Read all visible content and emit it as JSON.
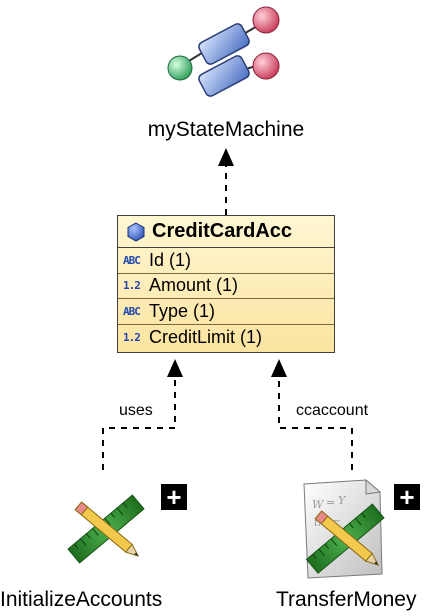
{
  "state_machine": {
    "label": "myStateMachine",
    "icon": "state-machine-icon"
  },
  "class_box": {
    "name": "CreditCardAcc",
    "attributes": [
      {
        "label": "Id (1)",
        "type_icon": "ABC"
      },
      {
        "label": "Amount (1)",
        "type_icon": "1.2"
      },
      {
        "label": "Type (1)",
        "type_icon": "ABC"
      },
      {
        "label": "CreditLimit (1)",
        "type_icon": "1.2"
      }
    ]
  },
  "edges": {
    "uses_label": "uses",
    "ccaccount_label": "ccaccount"
  },
  "actions": {
    "initialize": {
      "label": "InitializeAccounts",
      "icon": "ruler-pencil-icon",
      "badge": "+"
    },
    "transfer": {
      "label": "TransferMoney",
      "icon": "formula-ruler-icon",
      "badge": "+"
    }
  },
  "colors": {
    "class_fill_top": "#fff6d2",
    "class_fill_bottom": "#fbe4a0",
    "ruler_green": "#2e8b2e",
    "pencil_yellow": "#f2c94c"
  }
}
